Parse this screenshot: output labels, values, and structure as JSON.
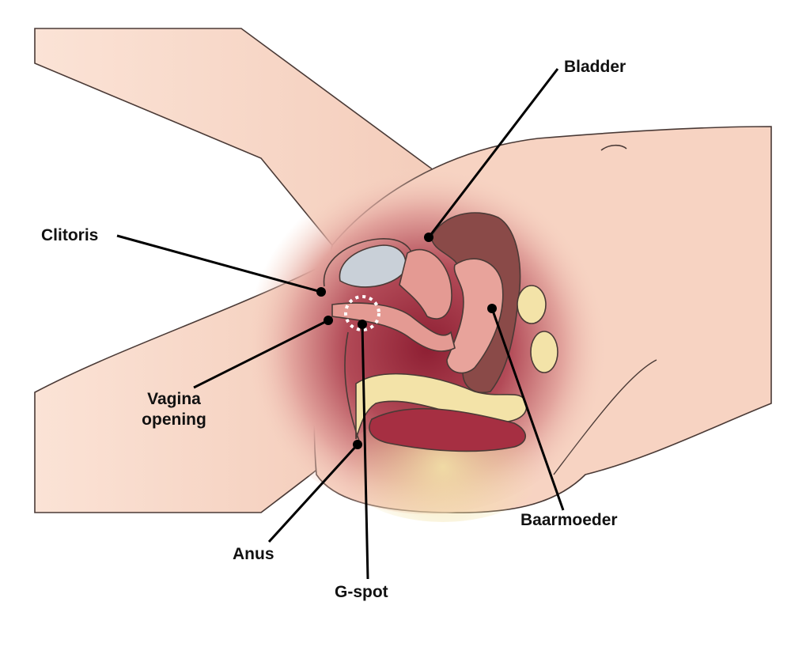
{
  "labels": {
    "bladder": "Bladder",
    "clitoris": "Clitoris",
    "vagina_opening_line1": "Vagina",
    "vagina_opening_line2": "opening",
    "baarmoeder": "Baarmoeder",
    "anus": "Anus",
    "g_spot": "G-spot"
  },
  "colors": {
    "skin": "#f7d5c4",
    "deep_tissue": "#9b2b3c",
    "organ_pink": "#e49a93",
    "bladder_brown": "#8a4a48",
    "fat_yellow": "#f3e3a8",
    "bone_grey": "#c9d0d8",
    "leader_line": "#000000"
  }
}
